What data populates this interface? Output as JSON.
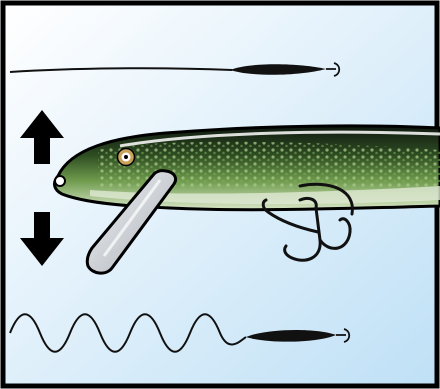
{
  "illustration": {
    "subject": "fishing-lure-action",
    "colors": {
      "frame": "#000000",
      "water_top": "#ffffff",
      "water_bottom": "#bfe0f6",
      "body_dark": "#0f1810",
      "body_mid": "#3f6a2a",
      "body_light": "#a9c98a",
      "belly": "#d8e6c6",
      "lip": "#d9dde2",
      "eye_ring": "#c9a25a",
      "arrow": "#000000"
    },
    "elements": {
      "top_line": "straight-line-retrieve",
      "bottom_line": "wavy-line-retrieve",
      "arrows": "up-down-motion",
      "hook": "treble-hook"
    }
  }
}
